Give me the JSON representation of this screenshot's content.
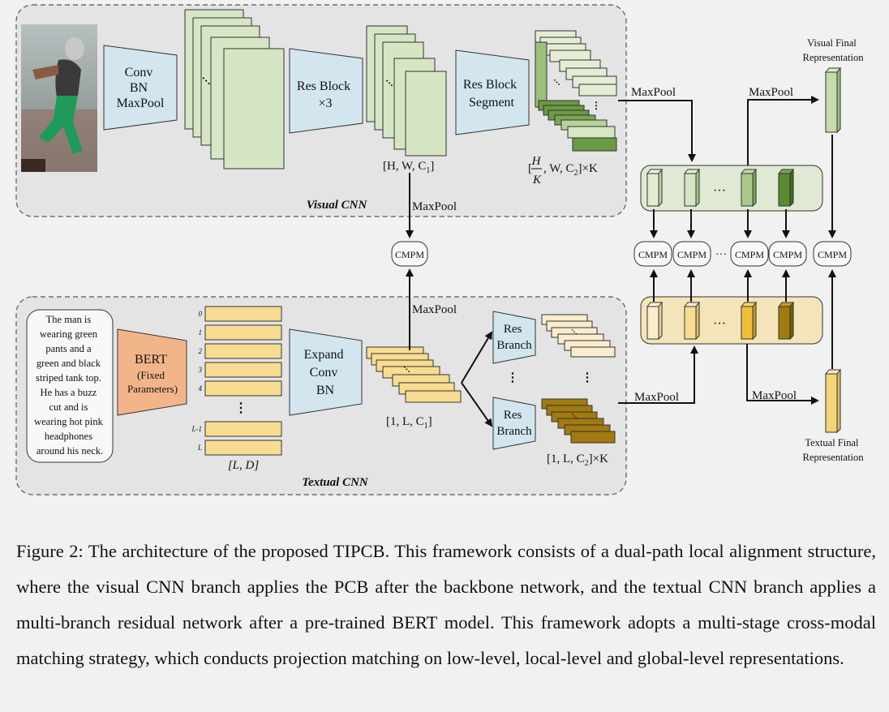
{
  "diagram": {
    "visual_branch": {
      "label": "Visual CNN",
      "stage1_lines": [
        "Conv",
        "BN",
        "MaxPool"
      ],
      "stage2_lines": [
        "Res Block",
        "×3"
      ],
      "stage3_lines": [
        "Res Block",
        "Segment"
      ],
      "feature_dims": "[H, W, C",
      "feature_dims_sub": "1",
      "feature_dims_close": "]",
      "segment_dims_frac_num": "H",
      "segment_dims_frac_den": "K",
      "segment_dims_rest": ", W, C",
      "segment_dims_sub": "2",
      "segment_dims_close": "]×K"
    },
    "textual_branch": {
      "label": "Textual CNN",
      "sentence_lines": [
        "The man is",
        "wearing green",
        "pants and a",
        "green and black",
        "striped tank top.",
        "He has a buzz",
        "cut and is",
        "wearing hot pink",
        "headphones",
        "around his neck."
      ],
      "bert_lines": [
        "BERT",
        "(Fixed",
        "Parameters)"
      ],
      "token_indices": [
        "0",
        "1",
        "2",
        "3",
        "4",
        "L-1",
        "L"
      ],
      "embedding_dims": "[L, D]",
      "expand_lines": [
        "Expand",
        "Conv",
        "BN"
      ],
      "expand_dims": "[1, L, C",
      "expand_dims_sub": "1",
      "expand_dims_close": "]",
      "res_branch_lines": [
        "Res",
        "Branch"
      ],
      "branch_dims": "[1, L, C",
      "branch_dims_sub": "2",
      "branch_dims_close": "]×K"
    },
    "maxpool_label": "MaxPool",
    "cmpm_label": "CMPM",
    "ellipsis": "···",
    "visual_final_lines": [
      "Visual Final",
      "Representation"
    ],
    "textual_final_lines": [
      "Textual Final",
      "Representation"
    ]
  },
  "caption": "Figure 2: The architecture of the proposed TIPCB. This framework consists of a dual-path local alignment structure, where the visual CNN branch applies the PCB after the backbone network, and the textual CNN branch applies a multi-branch residual network after a pre-trained BERT model. This framework adopts a multi-stage cross-modal matching strategy, which conducts projection matching on low-level, local-level and global-level representations.",
  "colors": {
    "visual_box": "#d6e6c4",
    "visual_dark": "#6b9a44",
    "textual_box": "#f7dc92",
    "textual_dark": "#a17a10",
    "conv_box": "#d3e6f0",
    "bert_box": "#f2b58a",
    "panel_bg": "#e4e4e4"
  }
}
